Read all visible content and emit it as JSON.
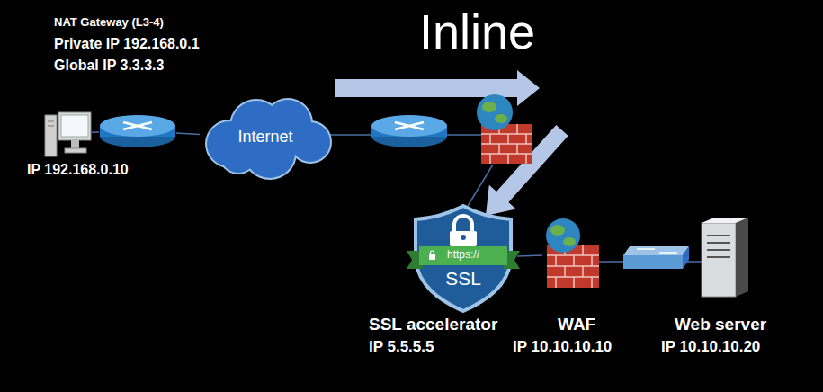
{
  "diagram": {
    "title": "Inline",
    "nodes": [
      {
        "text": [
          "IP 192.168.0.10"
        ]
      },
      {
        "text": [
          "NAT Gateway (L3-4)",
          "Private IP 192.168.0.1",
          "Global IP 3.3.3.3"
        ]
      },
      {
        "text": [
          "Internet"
        ]
      },
      {
        "text": [
          "https://",
          "SSL",
          "SSL accelerator",
          "IP 5.5.5.5"
        ]
      },
      {
        "text": [
          "WAF",
          "IP 10.10.10.10"
        ]
      },
      {
        "text": [
          "Web server",
          "IP 10.10.10.20"
        ]
      }
    ],
    "edges": [
      {
        "from": 0,
        "to": 1,
        "arrow": "none"
      },
      {
        "from": 1,
        "to": 2,
        "arrow": "none"
      },
      {
        "from": 3,
        "to": 4,
        "arrow": "none"
      }
    ]
  }
}
